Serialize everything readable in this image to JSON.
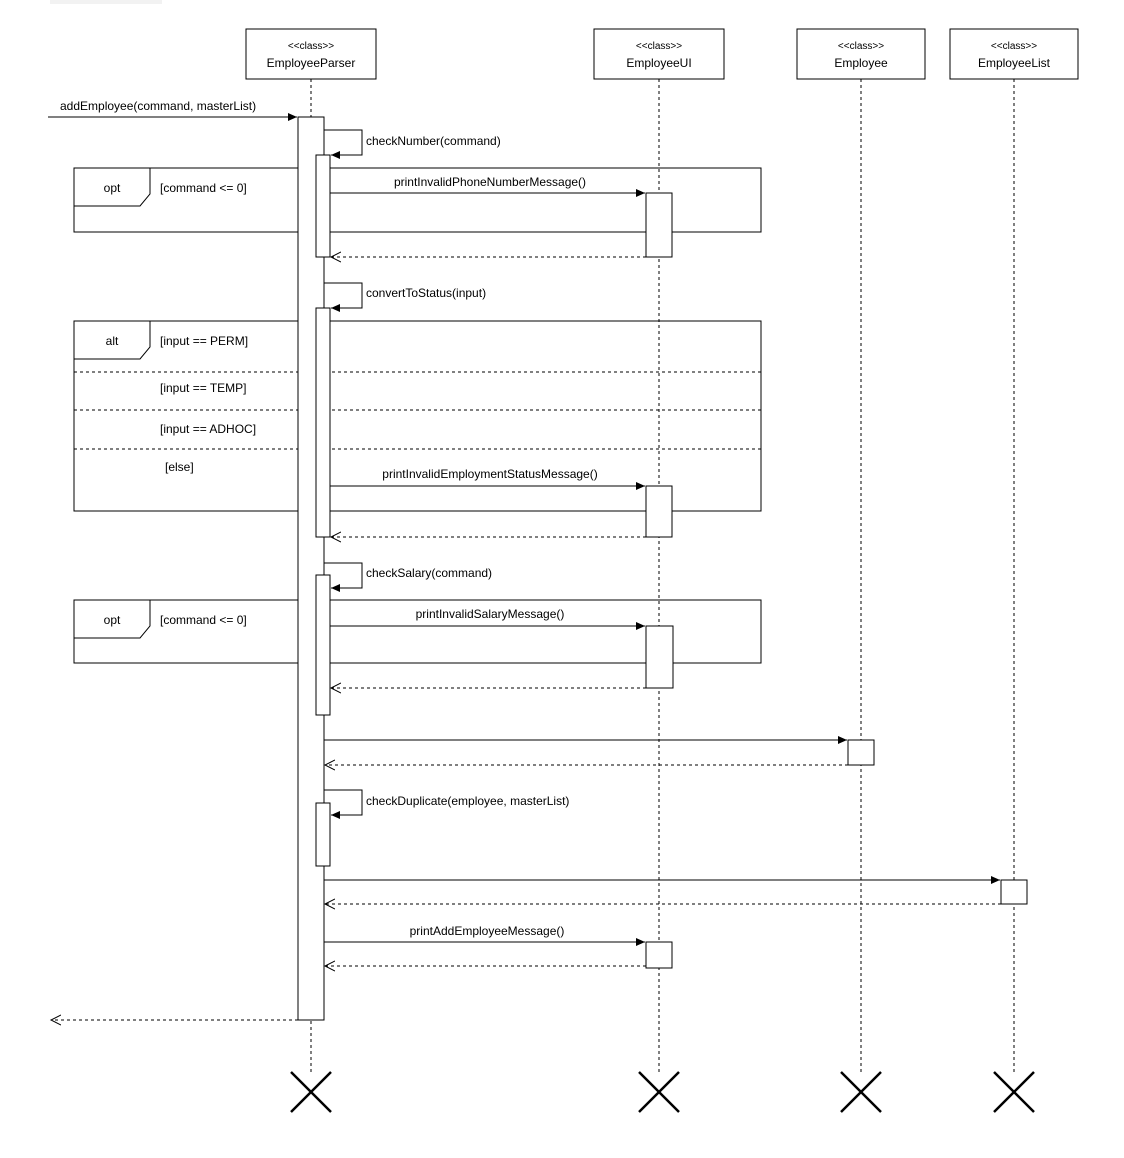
{
  "lifelines": [
    {
      "stereotype": "<<class>>",
      "name": "EmployeeParser"
    },
    {
      "stereotype": "<<class>>",
      "name": "EmployeeUI"
    },
    {
      "stereotype": "<<class>>",
      "name": "Employee"
    },
    {
      "stereotype": "<<class>>",
      "name": "EmployeeList"
    }
  ],
  "messages": {
    "entry": "addEmployee(command, masterList)",
    "check_number": "checkNumber(command)",
    "print_invalid_phone": "printInvalidPhoneNumberMessage()",
    "convert_to_status": "convertToStatus(input)",
    "print_invalid_status": "printInvalidEmploymentStatusMessage()",
    "check_salary": "checkSalary(command)",
    "print_invalid_salary": "printInvalidSalaryMessage()",
    "check_duplicate": "checkDuplicate(employee, masterList)",
    "print_add_employee": "printAddEmployeeMessage()"
  },
  "fragments": {
    "opt1": {
      "operator": "opt",
      "guard": "[command <= 0]"
    },
    "alt": {
      "operator": "alt",
      "guards": [
        "[input == PERM]",
        "[input == TEMP]",
        "[input == ADHOC]",
        "[else]"
      ]
    },
    "opt2": {
      "operator": "opt",
      "guard": "[command <= 0]"
    }
  }
}
